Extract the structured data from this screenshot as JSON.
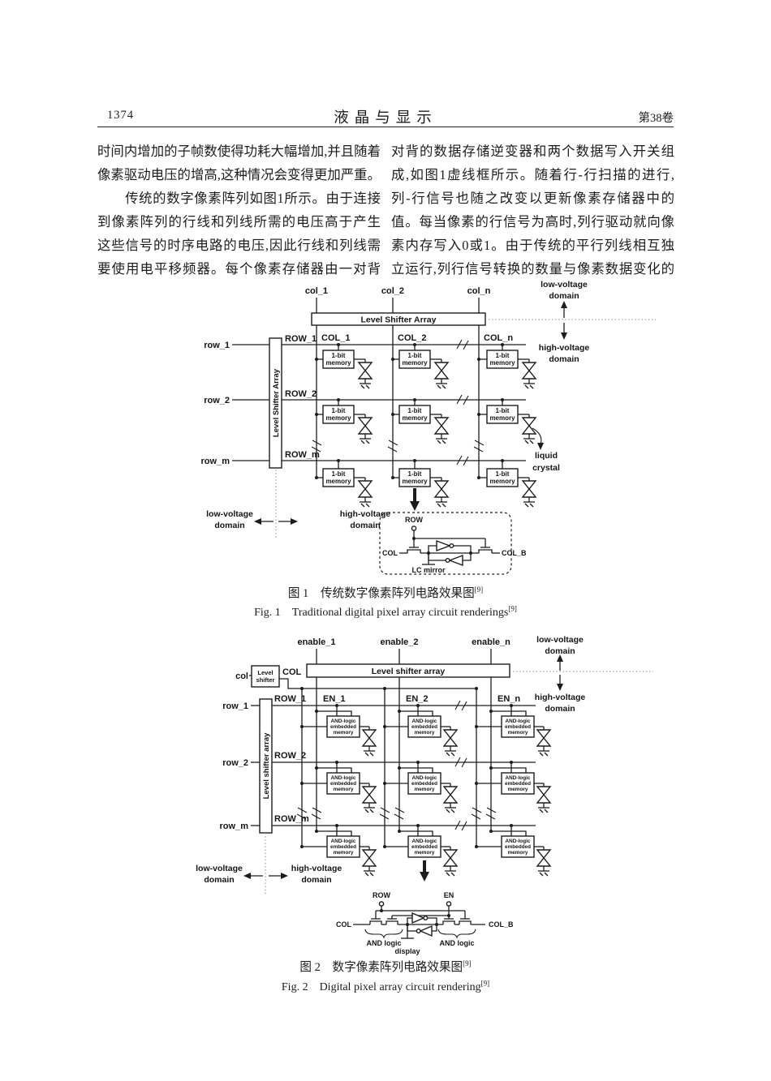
{
  "header": {
    "page_number": "1374",
    "journal_title": "液晶与显示",
    "volume": "第38卷"
  },
  "body": {
    "left_lines": [
      "时间内增加的子帧数使得功耗大幅增加,并且随着",
      "像素驱动电压的增高,这种情况会变得更加严重。",
      "　　传统的数字像素阵列如图1所示。由于连接",
      "到像素阵列的行线和列线所需的电压高于产生",
      "这些信号的时序电路的电压,因此行线和列线需",
      "要使用电平移频器。每个像素存储器由一对背"
    ],
    "right_lines": [
      "对背的数据存储逆变器和两个数据写入开关组",
      "成,如图1虚线框所示。随着行-行扫描的进行,",
      "列-行信号也随之改变以更新像素存储器中的",
      "值。每当像素的行信号为高时,列行驱动就向像",
      "素内存写入0或1。由于传统的平行列线相互独",
      "立运行,列行信号转换的数量与像素数据变化的"
    ]
  },
  "fig1": {
    "cols": [
      "col_1",
      "col_2",
      "col_n"
    ],
    "COLS": [
      "COL_1",
      "COL_2",
      "COL_n"
    ],
    "rows": [
      "row_1",
      "row_2",
      "row_m"
    ],
    "ROWS": [
      "ROW_1",
      "ROW_2",
      "ROW_m"
    ],
    "lsa_h": "Level Shifter Array",
    "lsa_v": "Level Shifter Array",
    "mem1": "1-bit",
    "mem2": "memory",
    "lv": "low-voltage",
    "hv": "high-voltage",
    "domain": "domain",
    "liquid": "liquid",
    "crystal": "crystal",
    "inset": {
      "row": "ROW",
      "col": "COL",
      "colb": "COL_B",
      "lcmirror": "LC mirror"
    },
    "cap_zh": "图 1　传统数字像素阵列电路效果图",
    "cap_en": "Fig. 1　Traditional digital pixel array circuit renderings",
    "cap_ref": "[9]"
  },
  "fig2": {
    "enables": [
      "enable_1",
      "enable_2",
      "enable_n"
    ],
    "ENS": [
      "EN_1",
      "EN_2",
      "EN_n"
    ],
    "rows": [
      "row_1",
      "row_2",
      "row_m"
    ],
    "ROWS": [
      "ROW_1",
      "ROW_2",
      "ROW_m"
    ],
    "col_in": "col",
    "ls1": "Level",
    "ls2": "shifter",
    "COL": "COL",
    "lsa_h": "Level shifter array",
    "lsa_v": "Level shifter array",
    "mem1": "AND-logic",
    "mem2": "embedded",
    "mem3": "memory",
    "lv": "low-voltage",
    "hv": "high-voltage",
    "domain": "domain",
    "inset": {
      "row": "ROW",
      "en": "EN",
      "col": "COL",
      "colb": "COL_B",
      "andlogic": "AND logic",
      "display": "display"
    },
    "cap_zh": "图 2　数字像素阵列电路效果图",
    "cap_en": "Fig. 2　Digital pixel array circuit rendering",
    "cap_ref": "[9]"
  }
}
